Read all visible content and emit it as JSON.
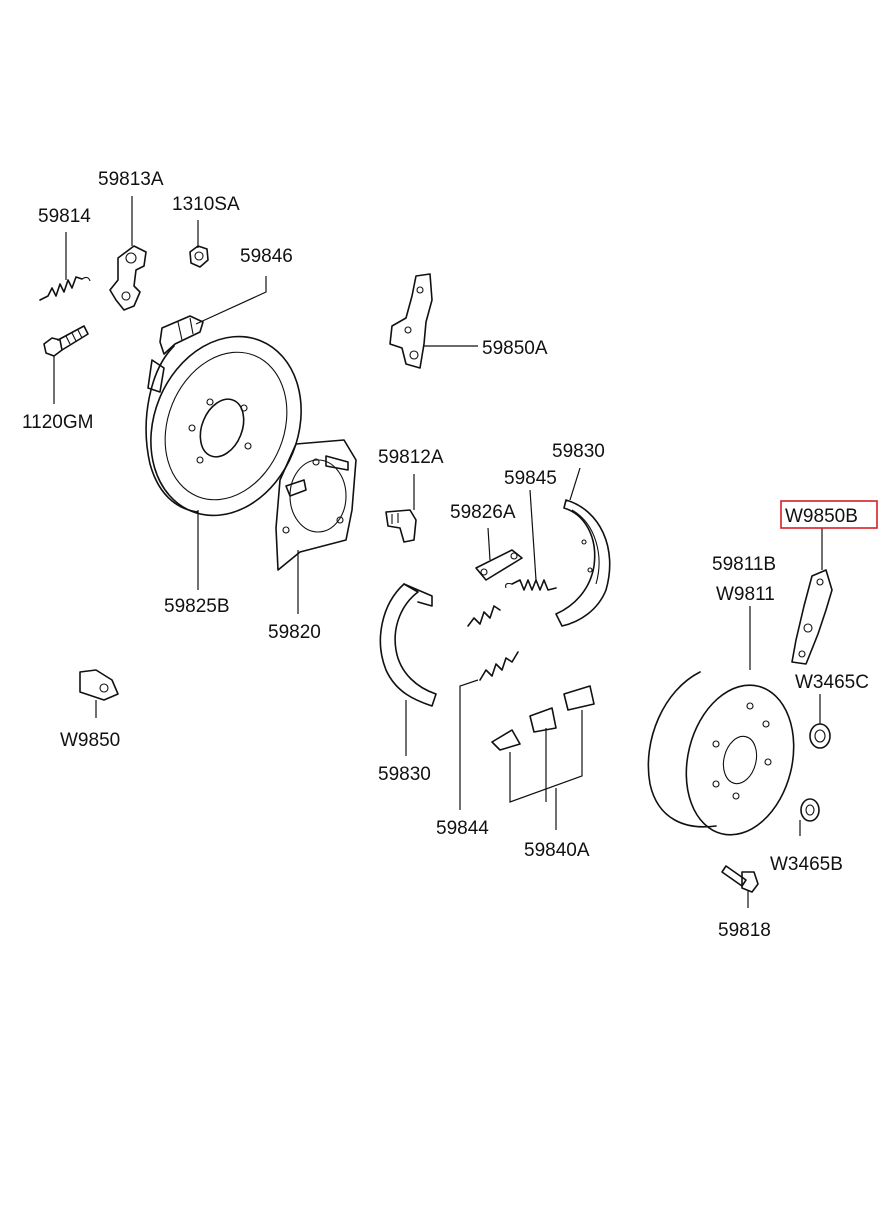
{
  "highlight_color": "#d61f26",
  "labels": {
    "p59813A": "59813A",
    "p1310SA": "1310SA",
    "p59814": "59814",
    "p59846": "59846",
    "p59850A": "59850A",
    "p1120GM": "1120GM",
    "p59812A": "59812A",
    "p59830_top": "59830",
    "p59845": "59845",
    "p59826A": "59826A",
    "pW9850B": "W9850B",
    "p59811B": "59811B",
    "pW9811": "W9811",
    "p59825B": "59825B",
    "p59820": "59820",
    "pW3465C": "W3465C",
    "pW9850": "W9850",
    "p59830_bottom": "59830",
    "p59844": "59844",
    "p59840A": "59840A",
    "pW3465B": "W3465B",
    "p59818": "59818"
  },
  "highlighted_part": "W9850B"
}
